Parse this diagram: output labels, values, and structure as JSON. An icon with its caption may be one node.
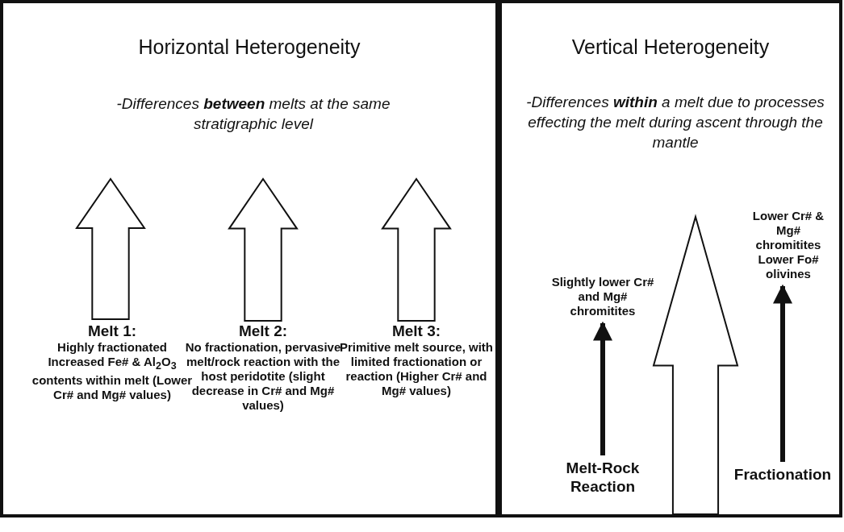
{
  "diagram": {
    "nodes": [
      {
        "text": [
          "Horizontal Heterogeneity",
          "-Differences **between** melts at the same stratigraphic level"
        ]
      },
      {
        "text": [
          "Melt 1:",
          "Highly fractionated Increased Fe# & Al$_{2}$O$_{3}$ contents within melt (Lower Cr# and Mg# values)"
        ],
        "in": 0
      },
      {
        "text": [
          "Melt 2:",
          "No fractionation, pervasive melt/rock reaction with the host peridotite (slight decrease in Cr# and Mg# values)"
        ],
        "in": 0
      },
      {
        "text": [
          "Melt 3:",
          "Primitive melt source, with limited fractionation or reaction (Higher Cr# and Mg# values)"
        ],
        "in": 0
      },
      {
        "text": [
          "Vertical Heterogeneity",
          "-Differences **within** a melt due to processes effecting the melt during ascent through the mantle"
        ]
      },
      {
        "text": [
          "Slightly lower Cr# and Mg# chromitites"
        ],
        "in": 4
      },
      {
        "text": [
          "Melt-Rock Reaction"
        ],
        "in": 4
      },
      {
        "text": [
          "Lower Cr# & Mg# chromitites Lower Fo# olivines"
        ],
        "in": 4
      },
      {
        "text": [
          "Fractionation"
        ],
        "in": 4
      }
    ],
    "edges": [
      {
        "from": 6,
        "to": 5,
        "arrow": "to"
      },
      {
        "from": 8,
        "to": 7,
        "arrow": "to"
      }
    ]
  }
}
